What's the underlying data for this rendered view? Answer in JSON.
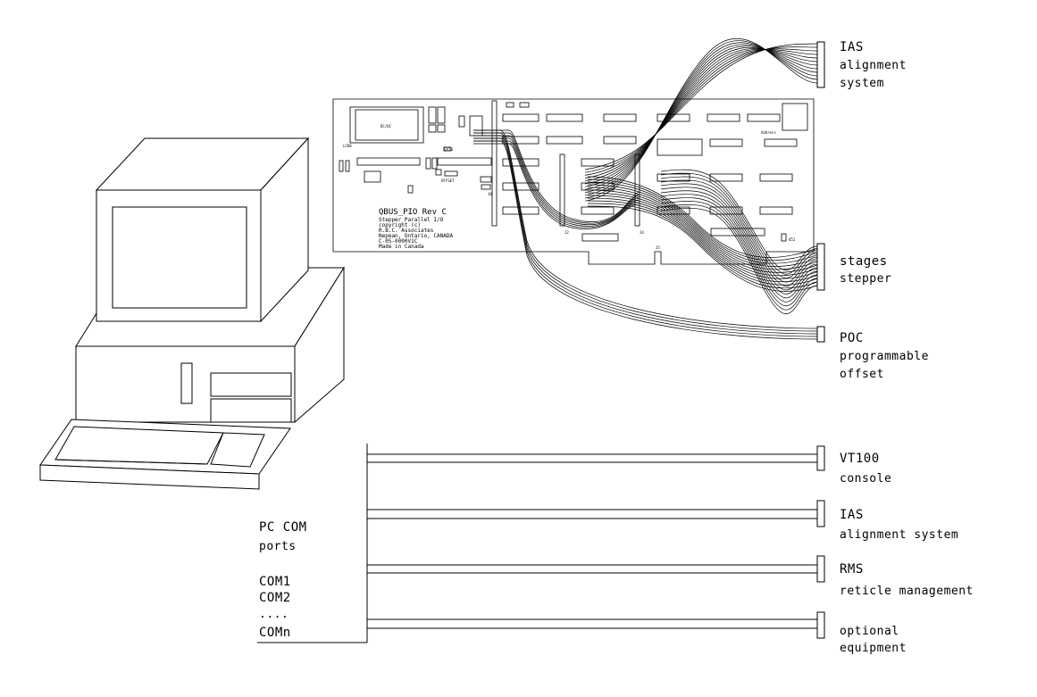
{
  "diagram": {
    "pc_com": {
      "title": "PC COM",
      "subtitle": "ports",
      "com1": "COM1",
      "com2": "COM2",
      "ellipsis": "....",
      "comn": "COMn"
    },
    "connectors": [
      {
        "title": "IAS",
        "lines": [
          "alignment",
          "system"
        ]
      },
      {
        "title": "stages",
        "lines": [
          "stepper"
        ]
      },
      {
        "title": "POC",
        "lines": [
          "programmable",
          "offset"
        ]
      },
      {
        "title": "VT100",
        "lines": [
          "console"
        ]
      },
      {
        "title": "IAS",
        "lines": [
          "alignment system"
        ]
      },
      {
        "title": "RMS",
        "lines": [
          "reticle management"
        ]
      },
      {
        "title": "optional",
        "lines": [
          "equipment"
        ]
      }
    ],
    "board": {
      "name": "QBUS_PIO Rev C",
      "lines": [
        "Stepper Parallel I/O",
        "copyright (c)",
        "R.B.C. Associates",
        "Nepean, Ontario, CANADA",
        "C-05-0000V1C",
        "Made in Canada"
      ],
      "dcdc": "DC/DC",
      "gain": "GAIN",
      "offset": "OFFSET",
      "address": "Address",
      "j2": "J2",
      "j4": "J4",
      "j5": "J5",
      "j8": "J8",
      "u52": "U52",
      "lcd": "LCD0"
    }
  }
}
